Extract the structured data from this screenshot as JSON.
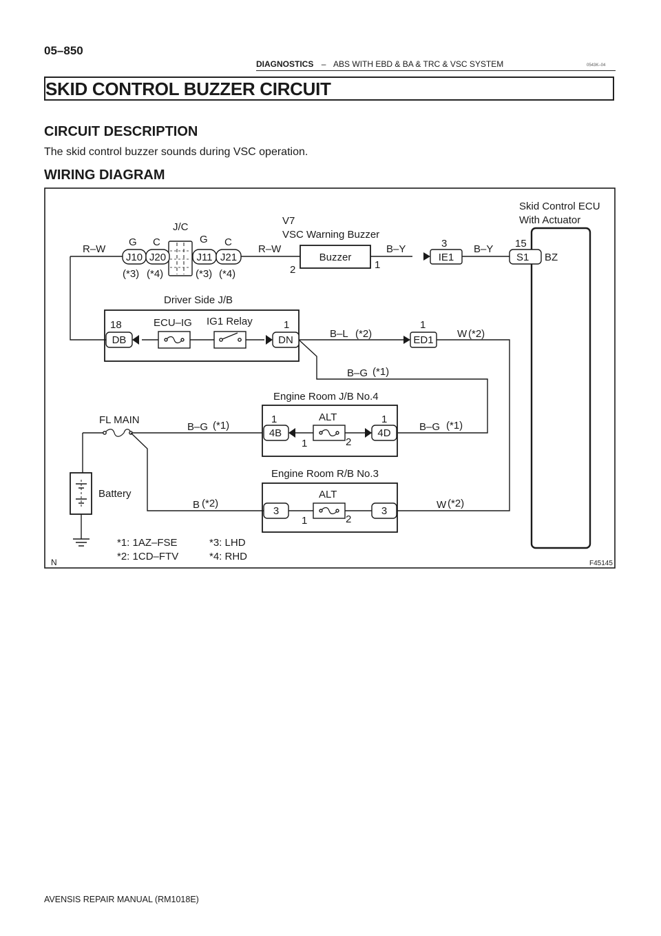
{
  "header": {
    "page_number": "05–850",
    "section": "DIAGNOSTICS",
    "separator": "–",
    "subsection": "ABS WITH EBD & BA & TRC & VSC SYSTEM",
    "code": "0543K–04"
  },
  "title": "SKID CONTROL BUZZER CIRCUIT",
  "circuit_description": {
    "heading": "CIRCUIT DESCRIPTION",
    "text": "The skid control buzzer sounds during VSC operation."
  },
  "wiring_diagram": {
    "heading": "WIRING DIAGRAM",
    "figure_id": "F45145",
    "corner_mark": "N",
    "ecu": {
      "name_line1": "Skid Control ECU",
      "name_line2": "With Actuator",
      "pin": "15",
      "connector": "S1",
      "terminal": "BZ"
    },
    "buzzer": {
      "id": "V7",
      "name": "VSC Warning Buzzer",
      "label": "Buzzer",
      "pin_in": "2",
      "pin_out": "1"
    },
    "junction_connector": {
      "label": "J/C",
      "c1": "J10",
      "c1_color": "G",
      "c1_note": "(*3)",
      "c2": "J20",
      "c2_color": "C",
      "c2_note": "(*4)",
      "c3": "J11",
      "c3_color": "G",
      "c3_note": "(*3)",
      "c4": "J21",
      "c4_color": "C",
      "c4_note": "(*4)"
    },
    "wires": {
      "rw_left": "R–W",
      "rw_right": "R–W",
      "by_left": "B–Y",
      "by_right": "B–Y",
      "bl": "B–L",
      "bl_note": "(*2)",
      "w_top": "W",
      "w_top_note": "(*2)",
      "bg_mid": "B–G",
      "bg_mid_note": "(*1)",
      "bg_left": "B–G",
      "bg_left_note": "(*1)",
      "bg_right": "B–G",
      "bg_right_note": "(*1)",
      "b_bottom": "B",
      "b_bottom_note": "(*2)",
      "w_bottom": "W",
      "w_bottom_note": "(*2)"
    },
    "ie1": {
      "pin": "3",
      "connector": "IE1"
    },
    "ed1": {
      "pin": "1",
      "connector": "ED1"
    },
    "driver_jb": {
      "label": "Driver Side J/B",
      "fuse": "ECU–IG",
      "relay": "IG1 Relay",
      "left_pin": "18",
      "left_conn": "DB",
      "right_pin": "1",
      "right_conn": "DN"
    },
    "engine_jb4": {
      "label": "Engine Room J/B No.4",
      "fuse": "ALT",
      "left_pin": "1",
      "left_conn": "4B",
      "right_pin": "1",
      "right_conn": "4D",
      "fuse_pin_left": "1",
      "fuse_pin_right": "2"
    },
    "engine_rb3": {
      "label": "Engine Room R/B No.3",
      "fuse": "ALT",
      "left_conn": "3",
      "right_conn": "3",
      "fuse_pin_left": "1",
      "fuse_pin_right": "2"
    },
    "fl_main": "FL MAIN",
    "battery": "Battery",
    "notes": [
      "*1: 1AZ–FSE",
      "*2: 1CD–FTV",
      "*3: LHD",
      "*4: RHD"
    ]
  },
  "footer": "AVENSIS REPAIR MANUAL   (RM1018E)",
  "colors": {
    "ink": "#1a1a1a",
    "background": "#ffffff"
  }
}
